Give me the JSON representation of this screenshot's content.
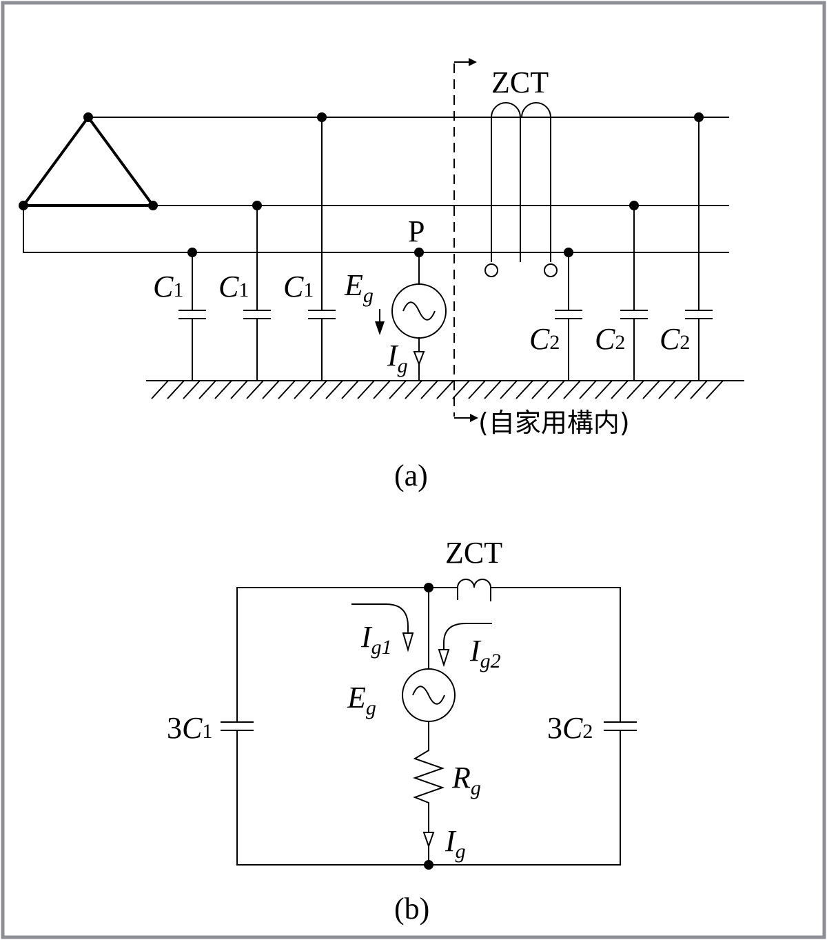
{
  "frame_color": "#8e8e96",
  "figure_a": {
    "caption": "(a)",
    "zct_label": "ZCT",
    "node_label": "P",
    "premises_label": "(自家用構内)",
    "cap_left": {
      "symbol": "C",
      "sub": "1"
    },
    "cap_right": {
      "symbol": "C",
      "sub": "2"
    },
    "source": {
      "symbol": "E",
      "sub": "g"
    },
    "current": {
      "symbol": "I",
      "sub": "g"
    }
  },
  "figure_b": {
    "caption": "(b)",
    "zct_label": "ZCT",
    "cap_left": {
      "coef": "3",
      "symbol": "C",
      "sub": "1"
    },
    "cap_right": {
      "coef": "3",
      "symbol": "C",
      "sub": "2"
    },
    "current1": {
      "symbol": "I",
      "sub": "g1"
    },
    "current2": {
      "symbol": "I",
      "sub": "g2"
    },
    "source": {
      "symbol": "E",
      "sub": "g"
    },
    "resistor": {
      "symbol": "R",
      "sub": "g"
    },
    "current": {
      "symbol": "I",
      "sub": "g"
    }
  }
}
